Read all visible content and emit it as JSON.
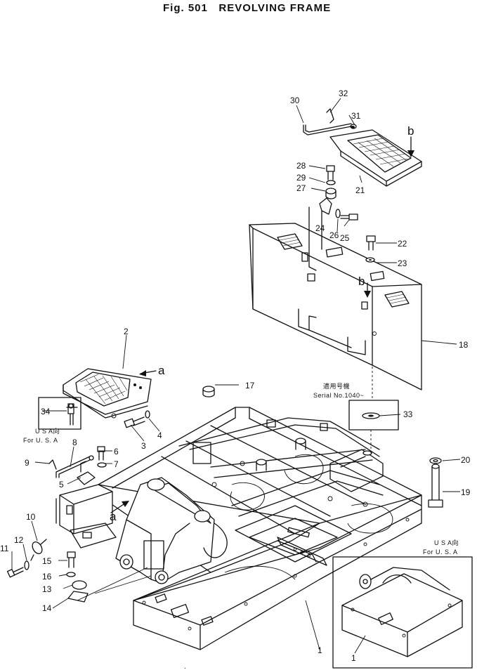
{
  "title": "Fig. 501   REVOLVING FRAME",
  "notes": {
    "usa_top_jp": "U S A向",
    "usa_top_en": "For U. S. A",
    "usa_bottom_jp": "U S A向",
    "usa_bottom_en": "For U. S. A",
    "serial_jp": "適用号機",
    "serial_en": "Serial No.1040~"
  },
  "views": {
    "a": "a",
    "b": "b"
  },
  "callouts": [
    {
      "id": "c1a",
      "label": "1"
    },
    {
      "id": "c1b",
      "label": "1"
    },
    {
      "id": "c2",
      "label": "2"
    },
    {
      "id": "c3",
      "label": "3"
    },
    {
      "id": "c4",
      "label": "4"
    },
    {
      "id": "c5",
      "label": "5"
    },
    {
      "id": "c6",
      "label": "6"
    },
    {
      "id": "c7",
      "label": "7"
    },
    {
      "id": "c8",
      "label": "8"
    },
    {
      "id": "c9",
      "label": "9"
    },
    {
      "id": "c10",
      "label": "10"
    },
    {
      "id": "c11",
      "label": "11"
    },
    {
      "id": "c12",
      "label": "12"
    },
    {
      "id": "c13",
      "label": "13"
    },
    {
      "id": "c14",
      "label": "14"
    },
    {
      "id": "c15",
      "label": "15"
    },
    {
      "id": "c16",
      "label": "16"
    },
    {
      "id": "c17",
      "label": "17"
    },
    {
      "id": "c18",
      "label": "18"
    },
    {
      "id": "c19",
      "label": "19"
    },
    {
      "id": "c20",
      "label": "20"
    },
    {
      "id": "c21",
      "label": "21"
    },
    {
      "id": "c22",
      "label": "22"
    },
    {
      "id": "c23",
      "label": "23"
    },
    {
      "id": "c24",
      "label": "24"
    },
    {
      "id": "c25",
      "label": "25"
    },
    {
      "id": "c26",
      "label": "26"
    },
    {
      "id": "c27",
      "label": "27"
    },
    {
      "id": "c28",
      "label": "28"
    },
    {
      "id": "c29",
      "label": "29"
    },
    {
      "id": "c30",
      "label": "30"
    },
    {
      "id": "c31",
      "label": "31"
    },
    {
      "id": "c32",
      "label": "32"
    },
    {
      "id": "c33",
      "label": "33"
    },
    {
      "id": "c34",
      "label": "34"
    }
  ]
}
